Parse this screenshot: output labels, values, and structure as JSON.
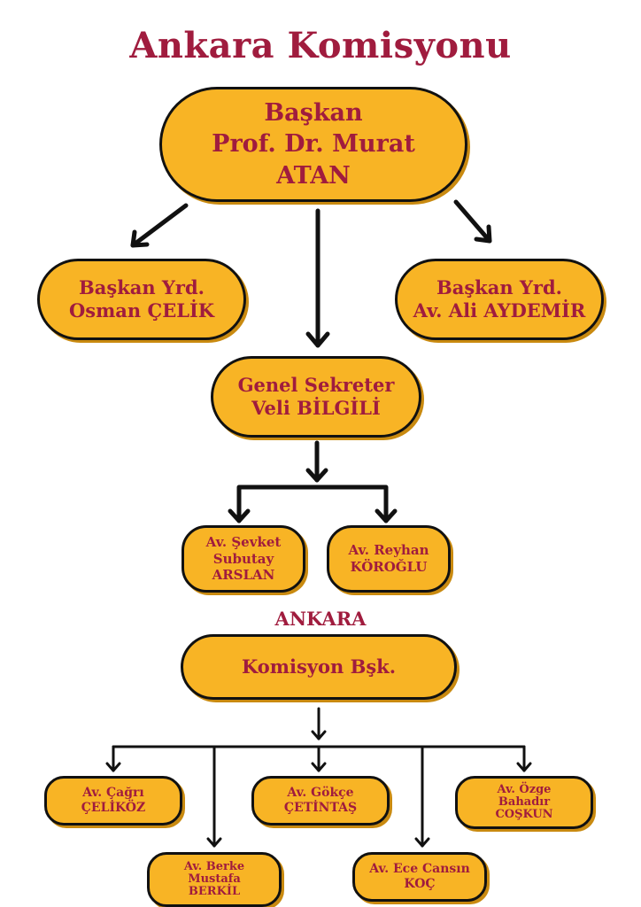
{
  "title": "Ankara Komisyonu",
  "section_title": "ANKARA",
  "colors": {
    "title": "#a01c3e",
    "node_fill": "#f8b425",
    "node_border": "#111111",
    "arrow": "#111111"
  },
  "nodes": {
    "baskan": {
      "line1": "Başkan",
      "line2": "Prof. Dr. Murat",
      "line3": "ATAN"
    },
    "yrd1": {
      "line1": "Başkan Yrd.",
      "line2": "Osman ÇELİK"
    },
    "yrd2": {
      "line1": "Başkan Yrd.",
      "line2": "Av. Ali AYDEMİR"
    },
    "genel": {
      "line1": "Genel Sekreter",
      "line2": "Veli BİLGİLİ"
    },
    "sevket": {
      "line1": "Av. Şevket",
      "line2": "Subutay",
      "line3": "ARSLAN"
    },
    "reyhan": {
      "line1": "Av. Reyhan",
      "line2": "KÖROĞLU"
    },
    "komisyon": {
      "line1": "Komisyon Bşk."
    },
    "cagri": {
      "line1": "Av. Çağrı",
      "line2": "ÇELİKÖZ"
    },
    "gokce": {
      "line1": "Av. Gökçe",
      "line2": "ÇETİNTAŞ"
    },
    "ozge": {
      "line1": "Av. Özge",
      "line2": "Bahadır",
      "line3": "COŞKUN"
    },
    "berke": {
      "line1": "Av. Berke",
      "line2": "Mustafa",
      "line3": "BERKİL"
    },
    "ece": {
      "line1": "Av. Ece Cansın",
      "line2": "KOÇ"
    }
  }
}
